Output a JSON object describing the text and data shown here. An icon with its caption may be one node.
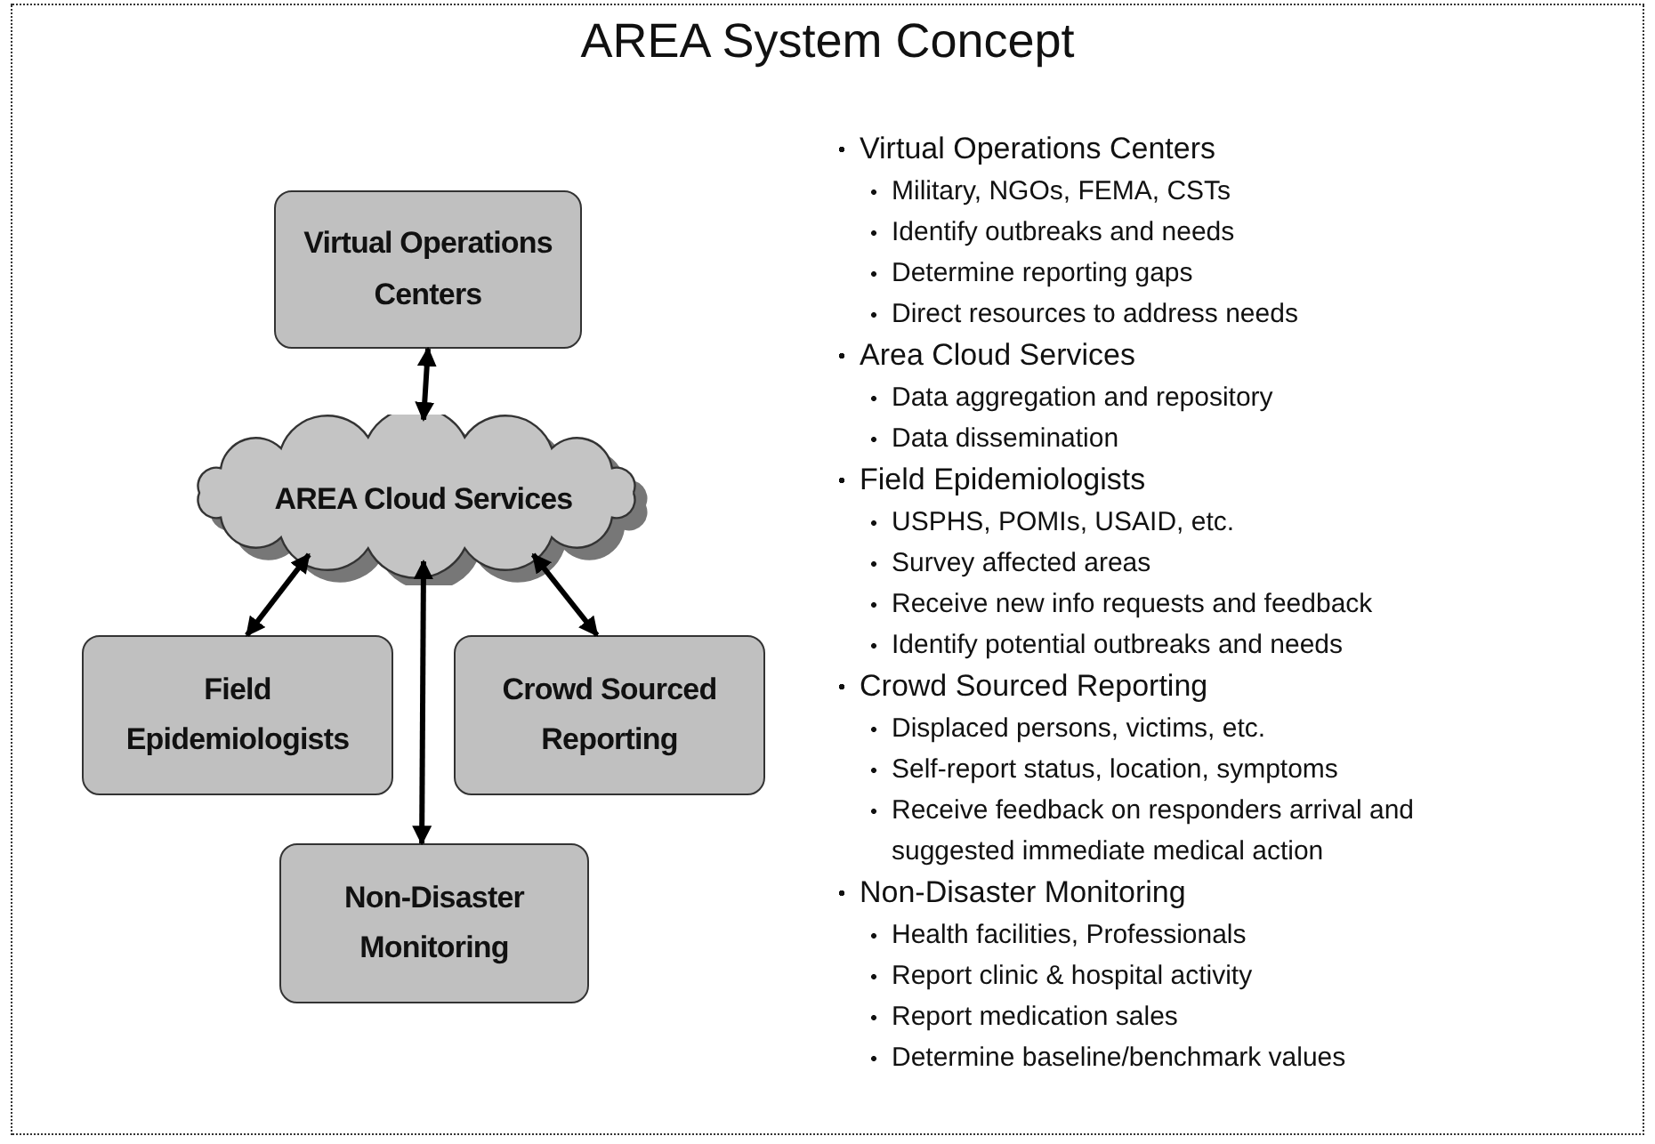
{
  "diagram": {
    "title": "AREA System Concept",
    "nodes": [
      {
        "text": [
          "Virtual Operations Centers"
        ]
      },
      {
        "text": [
          "AREA Cloud Services"
        ]
      },
      {
        "text": [
          "Field Epidemiologists"
        ]
      },
      {
        "text": [
          "Crowd Sourced Reporting"
        ]
      },
      {
        "text": [
          "Non-Disaster Monitoring"
        ]
      }
    ],
    "edges": [
      {
        "from": 0,
        "to": 1,
        "arrow": "both"
      },
      {
        "from": 1,
        "to": 2,
        "arrow": "both"
      },
      {
        "from": 1,
        "to": 3,
        "arrow": "both"
      },
      {
        "from": 1,
        "to": 4,
        "arrow": "both"
      }
    ],
    "labels": [
      "Virtual Operations Centers",
      "Military, NGOs, FEMA, CSTs",
      "Identify outbreaks and needs",
      "Determine reporting gaps",
      "Direct resources to address needs",
      "Area Cloud Services",
      "Data aggregation and repository",
      "Data dissemination",
      "Field Epidemiologists",
      "USPHS, POMIs, USAID, etc.",
      "Survey affected areas",
      "Receive new info requests and feedback",
      "Identify potential outbreaks and needs",
      "Crowd Sourced Reporting",
      "Displaced persons, victims, etc.",
      "Self-report status, location, symptoms",
      "Receive feedback on responders arrival and suggested immediate medical action",
      "Non-Disaster Monitoring",
      "Health facilities, Professionals",
      "Report clinic & hospital activity",
      "Report medication sales",
      "Determine baseline/benchmark values"
    ]
  }
}
